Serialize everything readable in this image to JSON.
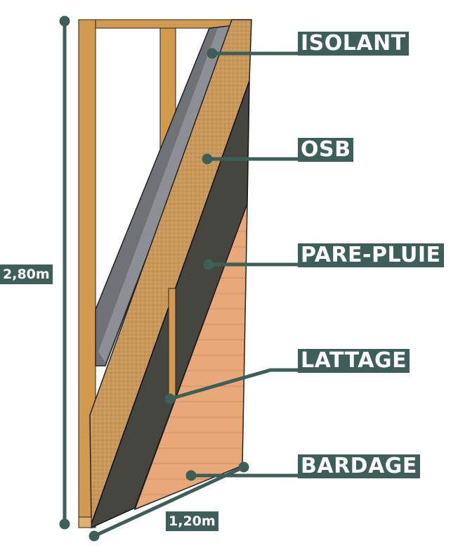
{
  "labels": {
    "isolant": "ISOLANT",
    "osb": "OSB",
    "pare_pluie": "PARE-PLUIE",
    "lattage": "LATTAGE",
    "bardage": "BARDAGE"
  },
  "dimensions": {
    "height": "2,80m",
    "width": "1,20m"
  },
  "colors": {
    "accent": "#3d5f58",
    "osb": "#c9995c",
    "isolant": "#6f7378",
    "pare_pluie": "#45463f",
    "bardage": "#e8a878",
    "wood": "#d29a4e"
  }
}
